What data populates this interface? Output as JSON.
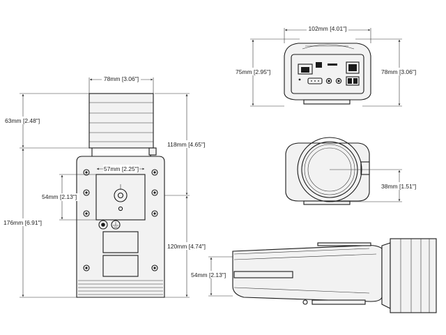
{
  "dimensions": {
    "front_lens_width": "78mm [3.06\"]",
    "front_lens_height": "63mm [2.48\"]",
    "front_upper_height": "118mm [4.65\"]",
    "front_total_height": "176mm [6.91\"]",
    "mount_plate_width": "57mm [2.25\"]",
    "mount_plate_height": "54mm [2.13\"]",
    "front_lower_height": "120mm [4.74\"]",
    "rear_width": "102mm [4.01\"]",
    "rear_height_left": "75mm [2.95\"]",
    "rear_height_right": "78mm [3.06\"]",
    "lens_offset": "38mm [1.51\"]",
    "side_height": "54mm [2.13\"]"
  }
}
